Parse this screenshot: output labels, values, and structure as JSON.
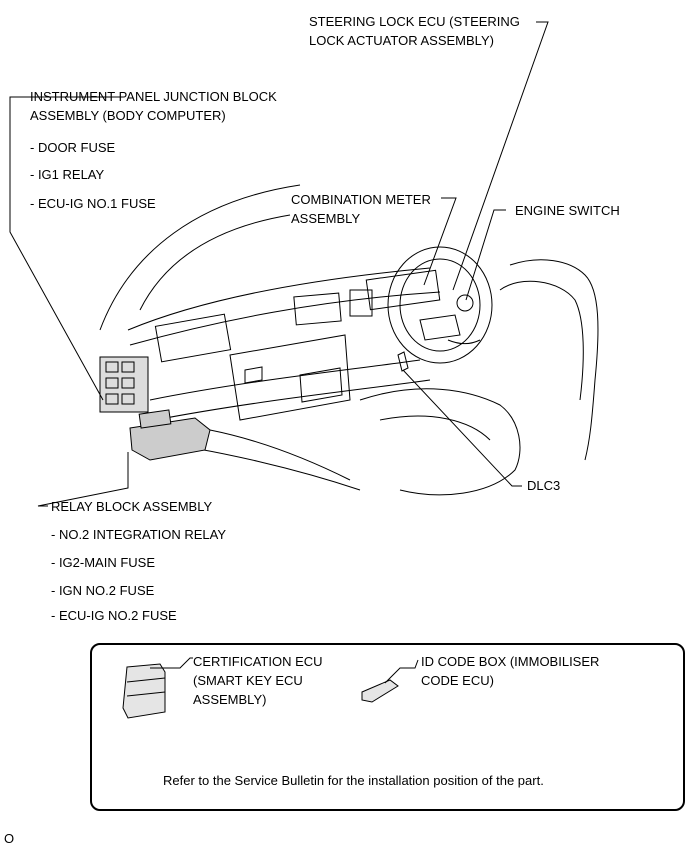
{
  "labels": {
    "steering_lock": [
      "STEERING LOCK ECU (STEERING",
      "LOCK ACTUATOR ASSEMBLY)"
    ],
    "junction_block": [
      "INSTRUMENT PANEL JUNCTION BLOCK",
      "ASSEMBLY (BODY COMPUTER)"
    ],
    "junction_items": [
      "- DOOR FUSE",
      "- IG1 RELAY",
      "- ECU-IG NO.1 FUSE"
    ],
    "combination_meter": [
      "COMBINATION METER",
      "ASSEMBLY"
    ],
    "engine_switch": "ENGINE SWITCH",
    "dlc3": "DLC3",
    "relay_block": "RELAY BLOCK ASSEMBLY",
    "relay_items": [
      "- NO.2 INTEGRATION RELAY",
      "- IG2-MAIN FUSE",
      "- IGN NO.2 FUSE",
      "- ECU-IG NO.2 FUSE"
    ]
  },
  "inset": {
    "certification_ecu": [
      "CERTIFICATION ECU",
      "(SMART KEY ECU",
      "ASSEMBLY)"
    ],
    "id_code_box": [
      "ID CODE BOX (IMMOBILISER",
      "CODE ECU)"
    ],
    "note": "Refer to the Service Bulletin for the installation position of the part."
  },
  "figure_id": "O"
}
